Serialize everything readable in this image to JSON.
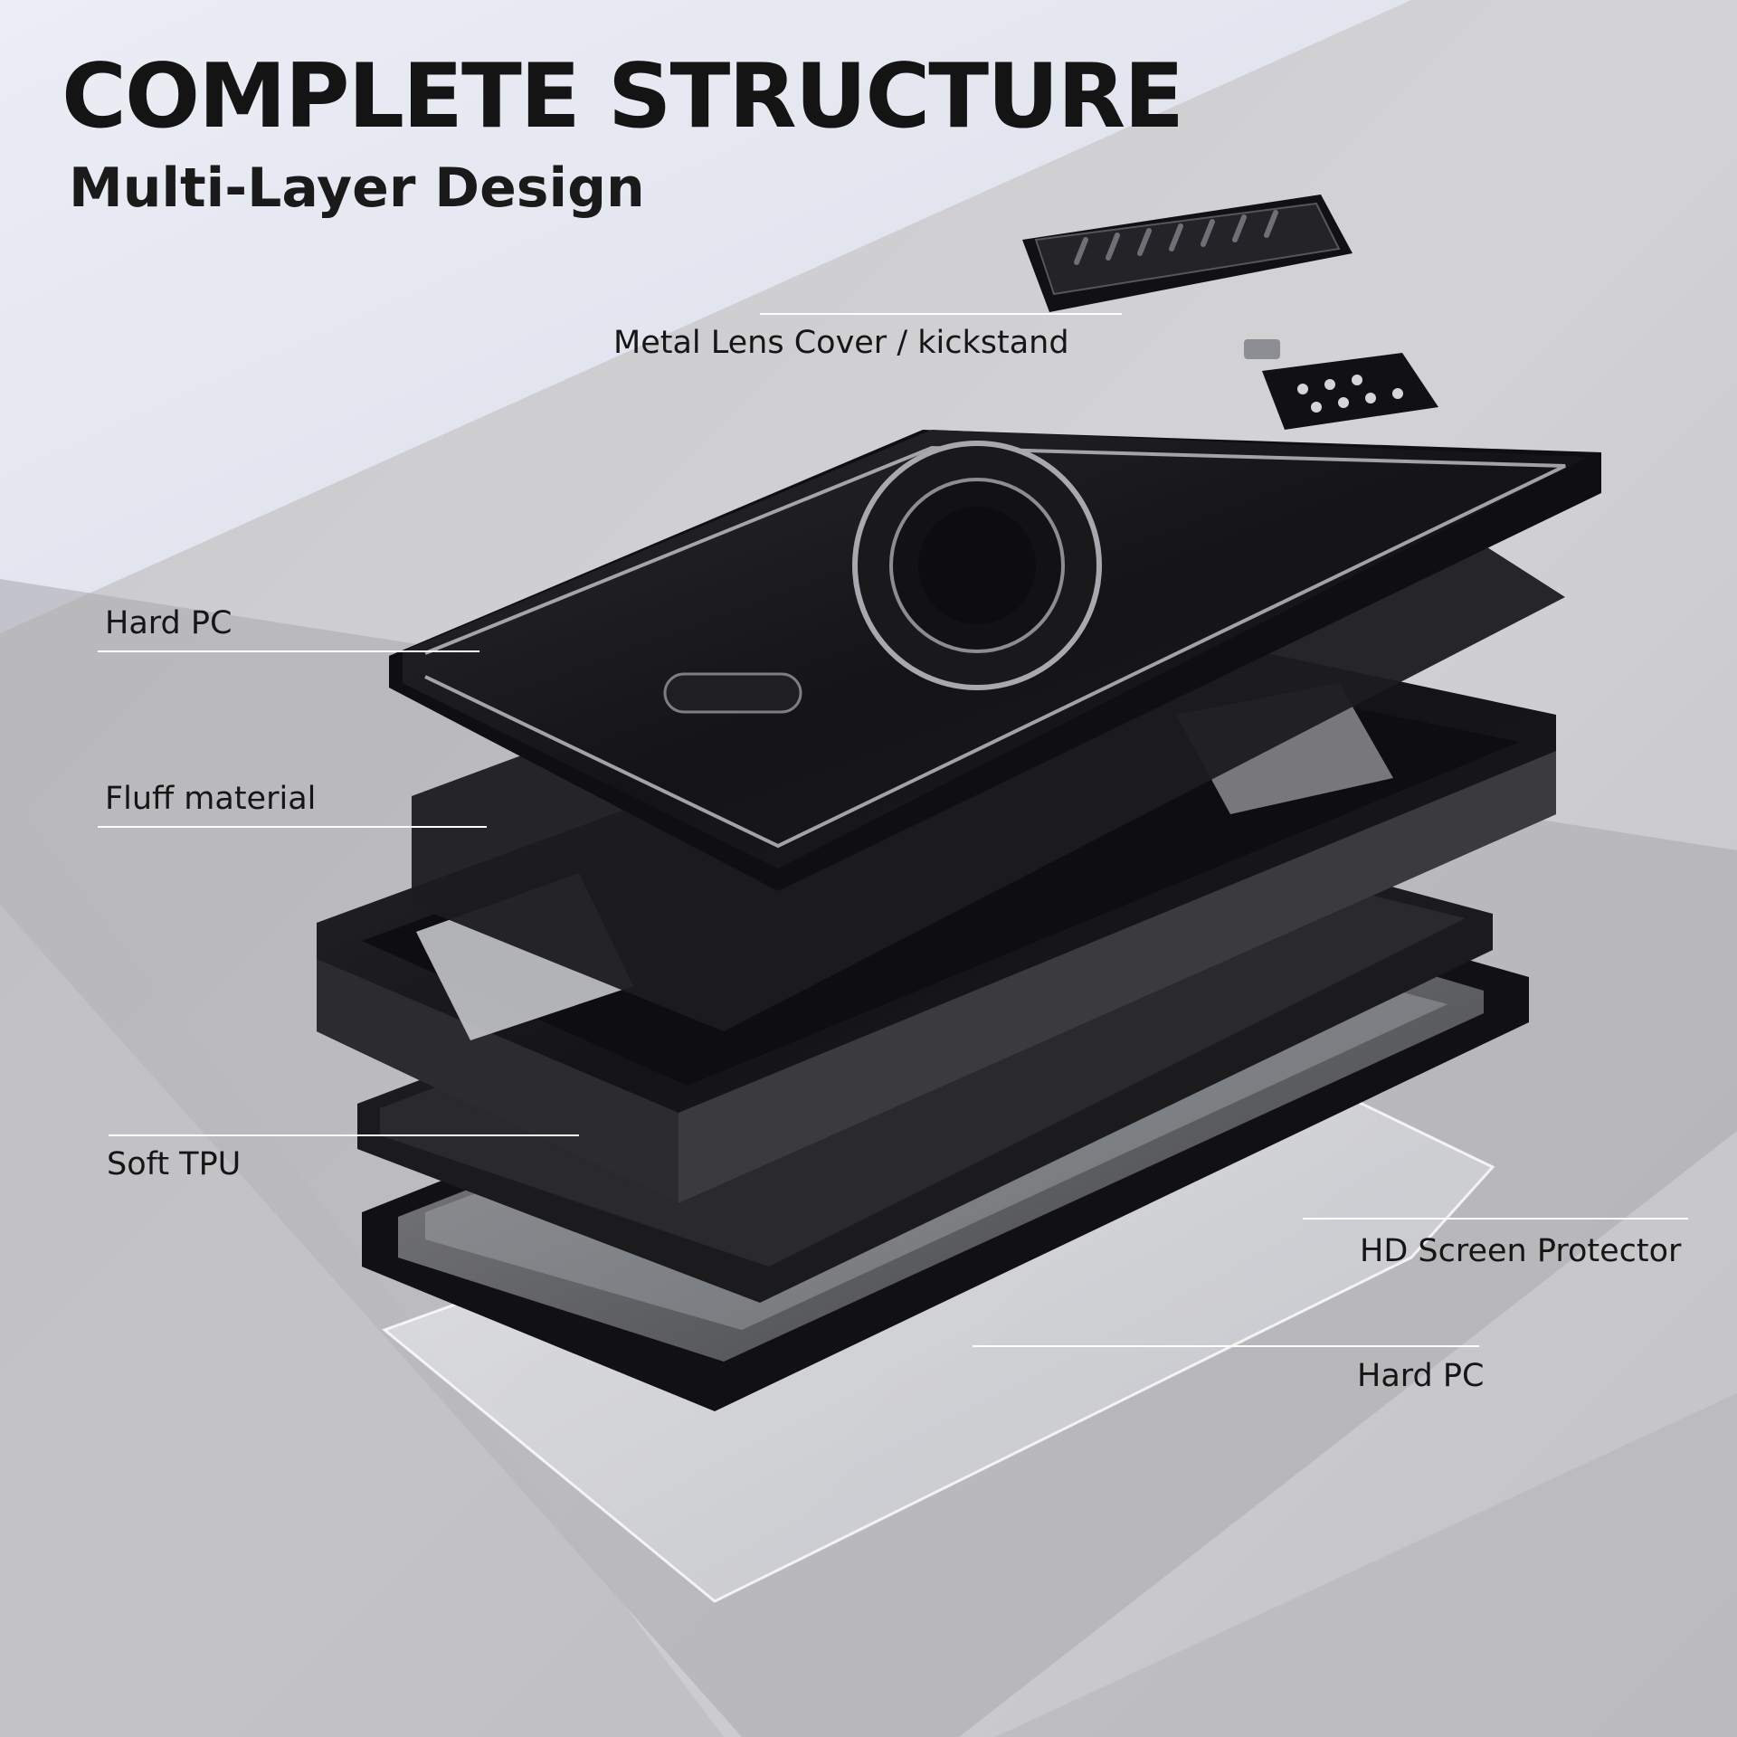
{
  "header": {
    "title": "COMPLETE STRUCTURE",
    "subtitle": "Multi-Layer Design"
  },
  "callouts": [
    {
      "id": "lens_cover",
      "label": "Metal Lens Cover / kickstand"
    },
    {
      "id": "hard_pc_top",
      "label": "Hard PC"
    },
    {
      "id": "fluff",
      "label": "Fluff material"
    },
    {
      "id": "soft_tpu",
      "label": "Soft TPU"
    },
    {
      "id": "screen_protector",
      "label": "HD Screen Protector"
    },
    {
      "id": "hard_pc_bottom",
      "label": "Hard PC"
    }
  ],
  "colors": {
    "wall": "#e2e4ef",
    "concrete": "#c9c9cc",
    "case_black": "#141416",
    "text": "#161616",
    "leader_line": "#ffffff"
  }
}
